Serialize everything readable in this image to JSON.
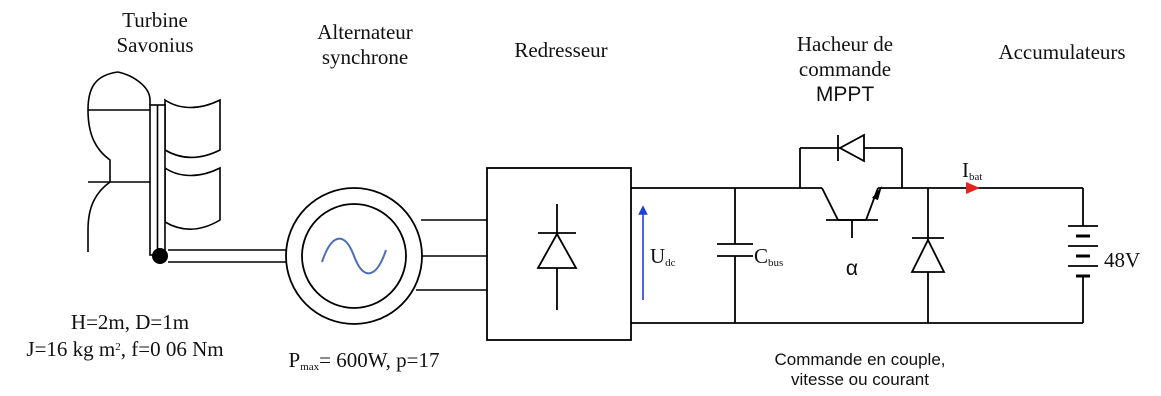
{
  "turbine": {
    "title_line1": "Turbine",
    "title_line2": "Savonius",
    "spec_line1": "H=2m, D=1m",
    "spec_line2_a": "J=16 kg m",
    "spec_line2_sup": "2",
    "spec_line2_b": ", f=0 06 Nm"
  },
  "alternator": {
    "title_line1": "Alternateur",
    "title_line2": "synchrone",
    "pmax_symbol": "P",
    "pmax_sub": "max",
    "pmax_rest": "= 600W, p=17"
  },
  "rectifier": {
    "title": "Redresseur"
  },
  "dc_bus": {
    "voltage_symbol": "U",
    "voltage_sub": "dc",
    "cap_symbol": "C",
    "cap_sub": "bus"
  },
  "chopper": {
    "title_line1": "Hacheur de",
    "title_line2": "commande",
    "title_line3": "MPPT",
    "duty_symbol": "α"
  },
  "battery": {
    "title": "Accumulateurs",
    "current_symbol": "I",
    "current_sub": "bat",
    "voltage": "48V"
  },
  "control": {
    "line1": "Commande en couple,",
    "line2": "vitesse ou courant"
  },
  "colors": {
    "wire": "#000000",
    "sine": "#4a6fb5",
    "voltage_arrow": "#1f3fd6",
    "current_arrow": "#e0261f"
  }
}
